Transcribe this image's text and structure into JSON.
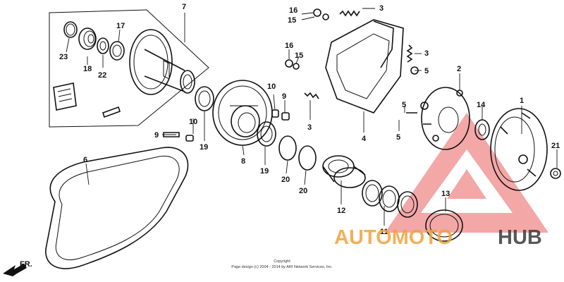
{
  "callouts": [
    {
      "id": "c1",
      "label": "1"
    },
    {
      "id": "c2",
      "label": "2"
    },
    {
      "id": "c3a",
      "label": "3"
    },
    {
      "id": "c3b",
      "label": "3"
    },
    {
      "id": "c3c",
      "label": "3"
    },
    {
      "id": "c4",
      "label": "4"
    },
    {
      "id": "c5a",
      "label": "5"
    },
    {
      "id": "c5b",
      "label": "5"
    },
    {
      "id": "c5c",
      "label": "5"
    },
    {
      "id": "c6",
      "label": "6"
    },
    {
      "id": "c7",
      "label": "7"
    },
    {
      "id": "c8",
      "label": "8"
    },
    {
      "id": "c9a",
      "label": "9"
    },
    {
      "id": "c9b",
      "label": "9"
    },
    {
      "id": "c10a",
      "label": "10"
    },
    {
      "id": "c10b",
      "label": "10"
    },
    {
      "id": "c11",
      "label": "11"
    },
    {
      "id": "c12",
      "label": "12"
    },
    {
      "id": "c13",
      "label": "13"
    },
    {
      "id": "c14",
      "label": "14"
    },
    {
      "id": "c15a",
      "label": "15"
    },
    {
      "id": "c15b",
      "label": "15"
    },
    {
      "id": "c16a",
      "label": "16"
    },
    {
      "id": "c16b",
      "label": "16"
    },
    {
      "id": "c17",
      "label": "17"
    },
    {
      "id": "c18",
      "label": "18"
    },
    {
      "id": "c19a",
      "label": "19"
    },
    {
      "id": "c19b",
      "label": "19"
    },
    {
      "id": "c20a",
      "label": "20"
    },
    {
      "id": "c20b",
      "label": "20"
    },
    {
      "id": "c21",
      "label": "21"
    },
    {
      "id": "c22",
      "label": "22"
    },
    {
      "id": "c23",
      "label": "23"
    }
  ],
  "direction_label": "FR.",
  "copyright": {
    "line1": "Copyright",
    "line2": "Page design (c) 2004 - 2014 by ARI Network Services, Inc."
  },
  "watermark": {
    "word_left": "AUTOMOTO",
    "word_right": "HUB",
    "color_accent": "#f2a23a",
    "color_dark": "#3c3c3c",
    "color_triangle": "#f08a8a"
  }
}
